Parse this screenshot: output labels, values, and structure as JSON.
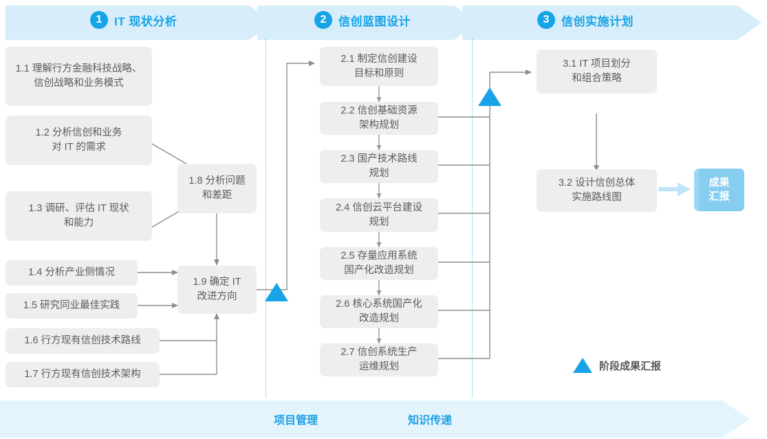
{
  "colors": {
    "accent": "#17a3e8",
    "banner_fill": "#d7eefa",
    "banner_fill_light": "#e3f4fb",
    "box_fill": "#eeeeee",
    "box_text": "#5b5b5f",
    "connector": "#8d8d8d",
    "milestone": "#18a2e8",
    "result_fill": "#86cdf0",
    "footer_fill": "#e4f4fc",
    "dotted_separator": "#5bc2ea"
  },
  "phases": [
    {
      "number": "1",
      "title": "IT 现状分析"
    },
    {
      "number": "2",
      "title": "信创蓝图设计"
    },
    {
      "number": "3",
      "title": "信创实施计划"
    }
  ],
  "phase1": {
    "inputs": [
      {
        "id": "1.1",
        "label": "1.1 理解行方金融科技战略、\n信创战略和业务模式"
      },
      {
        "id": "1.2",
        "label": "1.2 分析信创和业务\n对 IT 的需求"
      },
      {
        "id": "1.3",
        "label": "1.3 调研、评估 IT 现状\n和能力"
      },
      {
        "id": "1.4",
        "label": "1.4 分析产业侧情况"
      },
      {
        "id": "1.5",
        "label": "1.5 研究同业最佳实践"
      },
      {
        "id": "1.6",
        "label": "1.6 行方现有信创技术路线"
      },
      {
        "id": "1.7",
        "label": "1.7 行方现有信创技术架构"
      }
    ],
    "outputs": [
      {
        "id": "1.8",
        "label": "1.8 分析问题\n和差距"
      },
      {
        "id": "1.9",
        "label": "1.9 确定 IT\n改进方向"
      }
    ]
  },
  "phase2": {
    "steps": [
      {
        "id": "2.1",
        "label": "2.1 制定信创建设\n目标和原则"
      },
      {
        "id": "2.2",
        "label": "2.2 信创基础资源\n架构规划"
      },
      {
        "id": "2.3",
        "label": "2.3 国产技术路线\n规划"
      },
      {
        "id": "2.4",
        "label": "2.4 信创云平台建设\n规划"
      },
      {
        "id": "2.5",
        "label": "2.5 存量应用系统\n国产化改造规划"
      },
      {
        "id": "2.6",
        "label": "2.6 核心系统国产化\n改造规划"
      },
      {
        "id": "2.7",
        "label": "2.7 信创系统生产\n运维规划"
      }
    ]
  },
  "phase3": {
    "steps": [
      {
        "id": "3.1",
        "label": "3.1 IT 项目划分\n和组合策略"
      },
      {
        "id": "3.2",
        "label": "3.2 设计信创总体\n实施路线图"
      }
    ],
    "result": {
      "id": "result",
      "label": "成果\n汇报"
    }
  },
  "legend": {
    "label": "阶段成果汇报"
  },
  "footer": {
    "labels": [
      {
        "id": "project-management",
        "label": "项目管理"
      },
      {
        "id": "knowledge-transfer",
        "label": "知识传递"
      }
    ]
  }
}
